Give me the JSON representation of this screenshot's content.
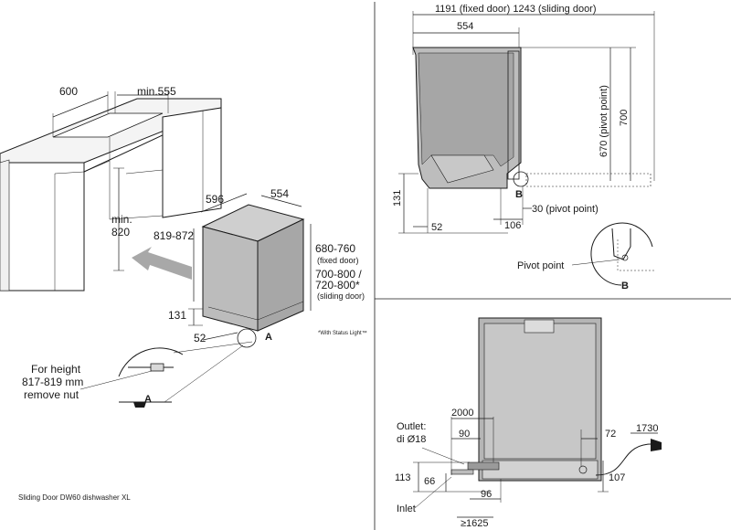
{
  "caption": "Sliding Door DW60 dishwasher XL",
  "cabinet": {
    "width": "600",
    "depth_min": "min.555",
    "height_min_line1": "min.",
    "height_min_line2": "820"
  },
  "appliance": {
    "width": "596",
    "depth": "554",
    "height_range": "819-872",
    "door_fixed_value": "680-760",
    "door_fixed_note": "(fixed door)",
    "door_sliding_value1": "700-800 /",
    "door_sliding_value2": "720-800*",
    "door_sliding_note": "(sliding door)",
    "plinth": "131",
    "bottom_offset": "52",
    "callout_marker": "A",
    "footnote": "*With Status Light™"
  },
  "nut_note": {
    "line1": "For height",
    "line2": "817-819 mm",
    "line3": "remove nut",
    "marker": "A"
  },
  "side_view": {
    "door_span": "1191 (fixed door) 1243 (sliding door)",
    "depth": "554",
    "pivot_height": "670 (pivot point)",
    "height": "700",
    "plinth": "131",
    "foot": "52",
    "rear_offset": "106",
    "pivot_offset": "30 (pivot point)",
    "marker": "B",
    "pivot_label": "Pivot point",
    "pivot_marker": "B"
  },
  "front_view": {
    "outlet_line1": "Outlet:",
    "outlet_line2": "di Ø18",
    "hose_length": "2000",
    "outlet_offset": "90",
    "right_offset": "72",
    "cable_length": "1730",
    "height_113": "113",
    "height_66": "66",
    "height_107": "107",
    "inlet_offset": "96",
    "inlet_label": "Inlet",
    "inlet_length": "≥1625"
  }
}
